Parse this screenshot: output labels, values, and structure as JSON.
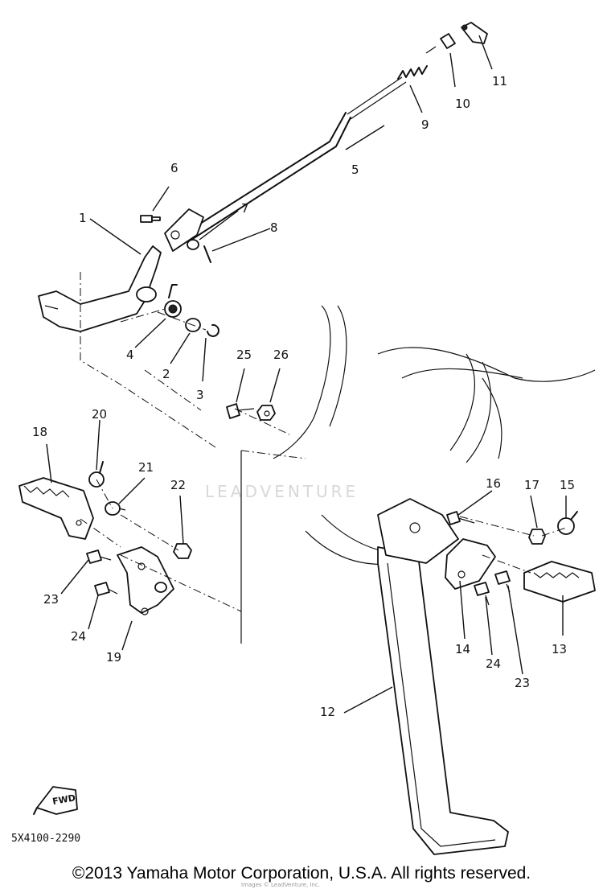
{
  "callouts": [
    {
      "id": "c1",
      "text": "1"
    },
    {
      "id": "c2",
      "text": "2"
    },
    {
      "id": "c3",
      "text": "3"
    },
    {
      "id": "c4",
      "text": "4"
    },
    {
      "id": "c5",
      "text": "5"
    },
    {
      "id": "c6",
      "text": "6"
    },
    {
      "id": "c7",
      "text": "7"
    },
    {
      "id": "c8",
      "text": "8"
    },
    {
      "id": "c9",
      "text": "9"
    },
    {
      "id": "c10",
      "text": "10"
    },
    {
      "id": "c11",
      "text": "11"
    },
    {
      "id": "c12",
      "text": "12"
    },
    {
      "id": "c13",
      "text": "13"
    },
    {
      "id": "c14",
      "text": "14"
    },
    {
      "id": "c15",
      "text": "15"
    },
    {
      "id": "c16",
      "text": "16"
    },
    {
      "id": "c17",
      "text": "17"
    },
    {
      "id": "c18",
      "text": "18"
    },
    {
      "id": "c19",
      "text": "19"
    },
    {
      "id": "c20",
      "text": "20"
    },
    {
      "id": "c21",
      "text": "21"
    },
    {
      "id": "c22",
      "text": "22"
    },
    {
      "id": "c23a",
      "text": "23"
    },
    {
      "id": "c23b",
      "text": "23"
    },
    {
      "id": "c24a",
      "text": "24"
    },
    {
      "id": "c24b",
      "text": "24"
    },
    {
      "id": "c25",
      "text": "25"
    },
    {
      "id": "c26",
      "text": "26"
    }
  ],
  "diagram_code": "5X4100-2290",
  "fwd_label": "FWD",
  "watermark": "LEADVENTURE",
  "copyright": "©2013 Yamaha Motor Corporation, U.S.A. All rights reserved.",
  "faint_text": "Images © LeadVenture, Inc."
}
